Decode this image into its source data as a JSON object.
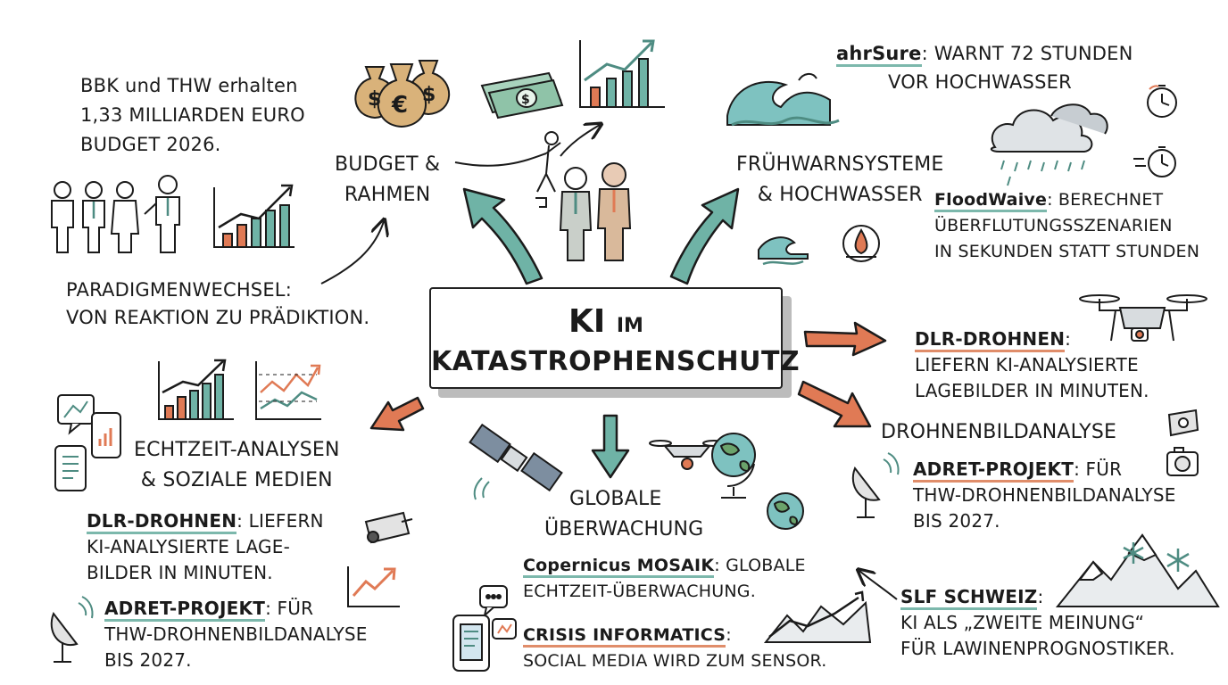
{
  "center": {
    "line1_big": "KI",
    "line1_small": "IM",
    "line2": "KATASTROPHENSCHUTZ"
  },
  "budget": {
    "lines": [
      "BBK und THW erhalten",
      "1,33 MILLIARDEN EURO",
      "BUDGET 2026."
    ],
    "topic": [
      "BUDGET &",
      "RAHMEN"
    ],
    "paradigm": [
      "PARADIGMENWECHSEL:",
      "VON REAKTION ZU PRÄDIKTION."
    ]
  },
  "early_warning": {
    "ahrsure_name": "ahrSure",
    "ahrsure_rest": ": WARNT 72 STUNDEN",
    "ahrsure_line2": "VOR HOCHWASSER",
    "topic": [
      "FRÜHWARNSYSTEME",
      "& HOCHWASSER"
    ],
    "floodwaive_name": "FloodWaive",
    "floodwaive_rest": ": BERECHNET",
    "floodwaive_lines": [
      "ÜBERFLUTUNGSSZENARIEN",
      "IN SEKUNDEN STATT STUNDEN"
    ]
  },
  "drones_right": {
    "name": "DLR-DROHNEN",
    "rest": ":",
    "lines": [
      "LIEFERN KI-ANALYSIERTE",
      "LAGEBILDER IN MINUTEN."
    ],
    "topic": "DROHNENBILDANALYSE",
    "adret_name": "ADRET-PROJEKT",
    "adret_rest": ": FÜR",
    "adret_lines": [
      "THW-DROHNENBILDANALYSE",
      "BIS 2027."
    ]
  },
  "realtime": {
    "topic": [
      "ECHTZEIT-ANALYSEN",
      "& SOZIALE MEDIEN"
    ],
    "dlr_name": "DLR-DROHNEN",
    "dlr_rest": ": LIEFERN",
    "dlr_lines": [
      "KI-ANALYSIERTE LAGE-",
      "BILDER IN MINUTEN."
    ],
    "adret_name": "ADRET-PROJEKT",
    "adret_rest": ": FÜR",
    "adret_lines": [
      "THW-DROHNENBILDANALYSE",
      "BIS 2027."
    ]
  },
  "global": {
    "topic": [
      "GLOBALE",
      "ÜBERWACHUNG"
    ],
    "copernicus_name": "Copernicus MOSAIK",
    "copernicus_rest": ": GLOBALE",
    "copernicus_line2": "ECHTZEIT-ÜBERWACHUNG.",
    "crisis_name": "CRISIS INFORMATICS",
    "crisis_rest": ":",
    "crisis_line2": "SOCIAL MEDIA WIRD ZUM SENSOR."
  },
  "slf": {
    "name": "SLF SCHWEIZ",
    "rest": ":",
    "lines": [
      "KI ALS „ZWEITE MEINUNG“",
      "FÜR LAWINENPROGNOSTIKER."
    ]
  },
  "icons": {
    "euro": "€",
    "dollar": "$",
    "lightning": "~"
  },
  "colors": {
    "teal": "#6fb3a6",
    "teal_dark": "#4e8c82",
    "orange": "#e07a55",
    "orange_light": "#f0a98a",
    "gold": "#d9b27a",
    "line": "#1b1b1b"
  }
}
